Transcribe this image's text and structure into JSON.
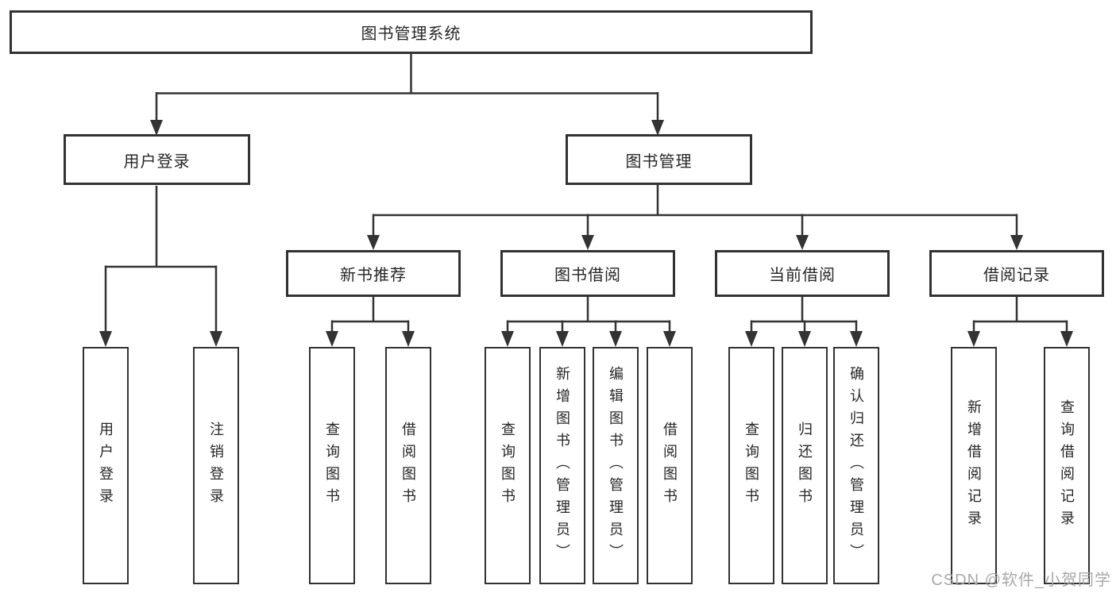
{
  "diagram_title": "图书管理系统",
  "tree": {
    "label": "图书管理系统",
    "children": [
      {
        "label": "用户登录",
        "children": [
          {
            "label": "用户登录"
          },
          {
            "label": "注销登录"
          }
        ]
      },
      {
        "label": "图书管理",
        "children": [
          {
            "label": "新书推荐",
            "children": [
              {
                "label": "查询图书"
              },
              {
                "label": "借阅图书"
              }
            ]
          },
          {
            "label": "图书借阅",
            "children": [
              {
                "label": "查询图书"
              },
              {
                "label": "新增图书（管理员）"
              },
              {
                "label": "编辑图书（管理员）"
              },
              {
                "label": "借阅图书"
              }
            ]
          },
          {
            "label": "当前借阅",
            "children": [
              {
                "label": "查询图书"
              },
              {
                "label": "归还图书"
              },
              {
                "label": "确认归还（管理员）"
              }
            ]
          },
          {
            "label": "借阅记录",
            "children": [
              {
                "label": "新增借阅记录"
              },
              {
                "label": "查询借阅记录"
              }
            ]
          }
        ]
      }
    ]
  },
  "watermark": {
    "text": "CSDN @软件_小贺同学"
  },
  "colors": {
    "line": "#333333",
    "box_border": "#323232",
    "text": "#262626",
    "watermark": "#a8a8a8",
    "background": "#ffffff"
  }
}
